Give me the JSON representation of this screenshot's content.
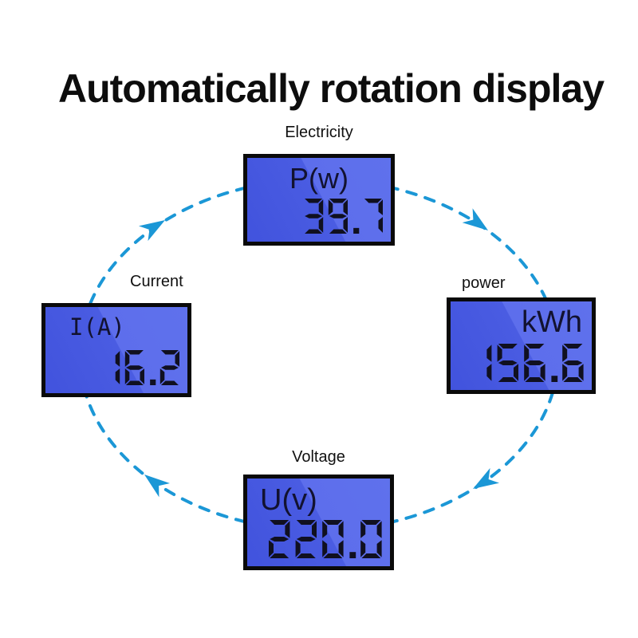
{
  "title": "Automatically rotation display",
  "rotation": {
    "direction": "clockwise",
    "path_style": "dashed-ellipse",
    "arrow_count": 4,
    "arrow_color": "#1b97d6"
  },
  "screens": {
    "top": {
      "label": "Electricity",
      "unit": "P(w)",
      "value": "39.7"
    },
    "right": {
      "label": "power",
      "unit": "kWh",
      "value": "156.6"
    },
    "bottom": {
      "label": "Voltage",
      "unit": "U(v)",
      "value": "220.0"
    },
    "left": {
      "label": "Current",
      "unit": "I(A)",
      "value": "16.2"
    }
  },
  "colors": {
    "background": "#ffffff",
    "title_text": "#0d0d0d",
    "label_text": "#111111",
    "lcd_border": "#0a0a0a",
    "lcd_blue_dark": "#4a5ce2",
    "lcd_blue_light": "#5d6eec",
    "lcd_unit_text": "#121230",
    "segment": "#101020",
    "arrow": "#1b97d6"
  }
}
